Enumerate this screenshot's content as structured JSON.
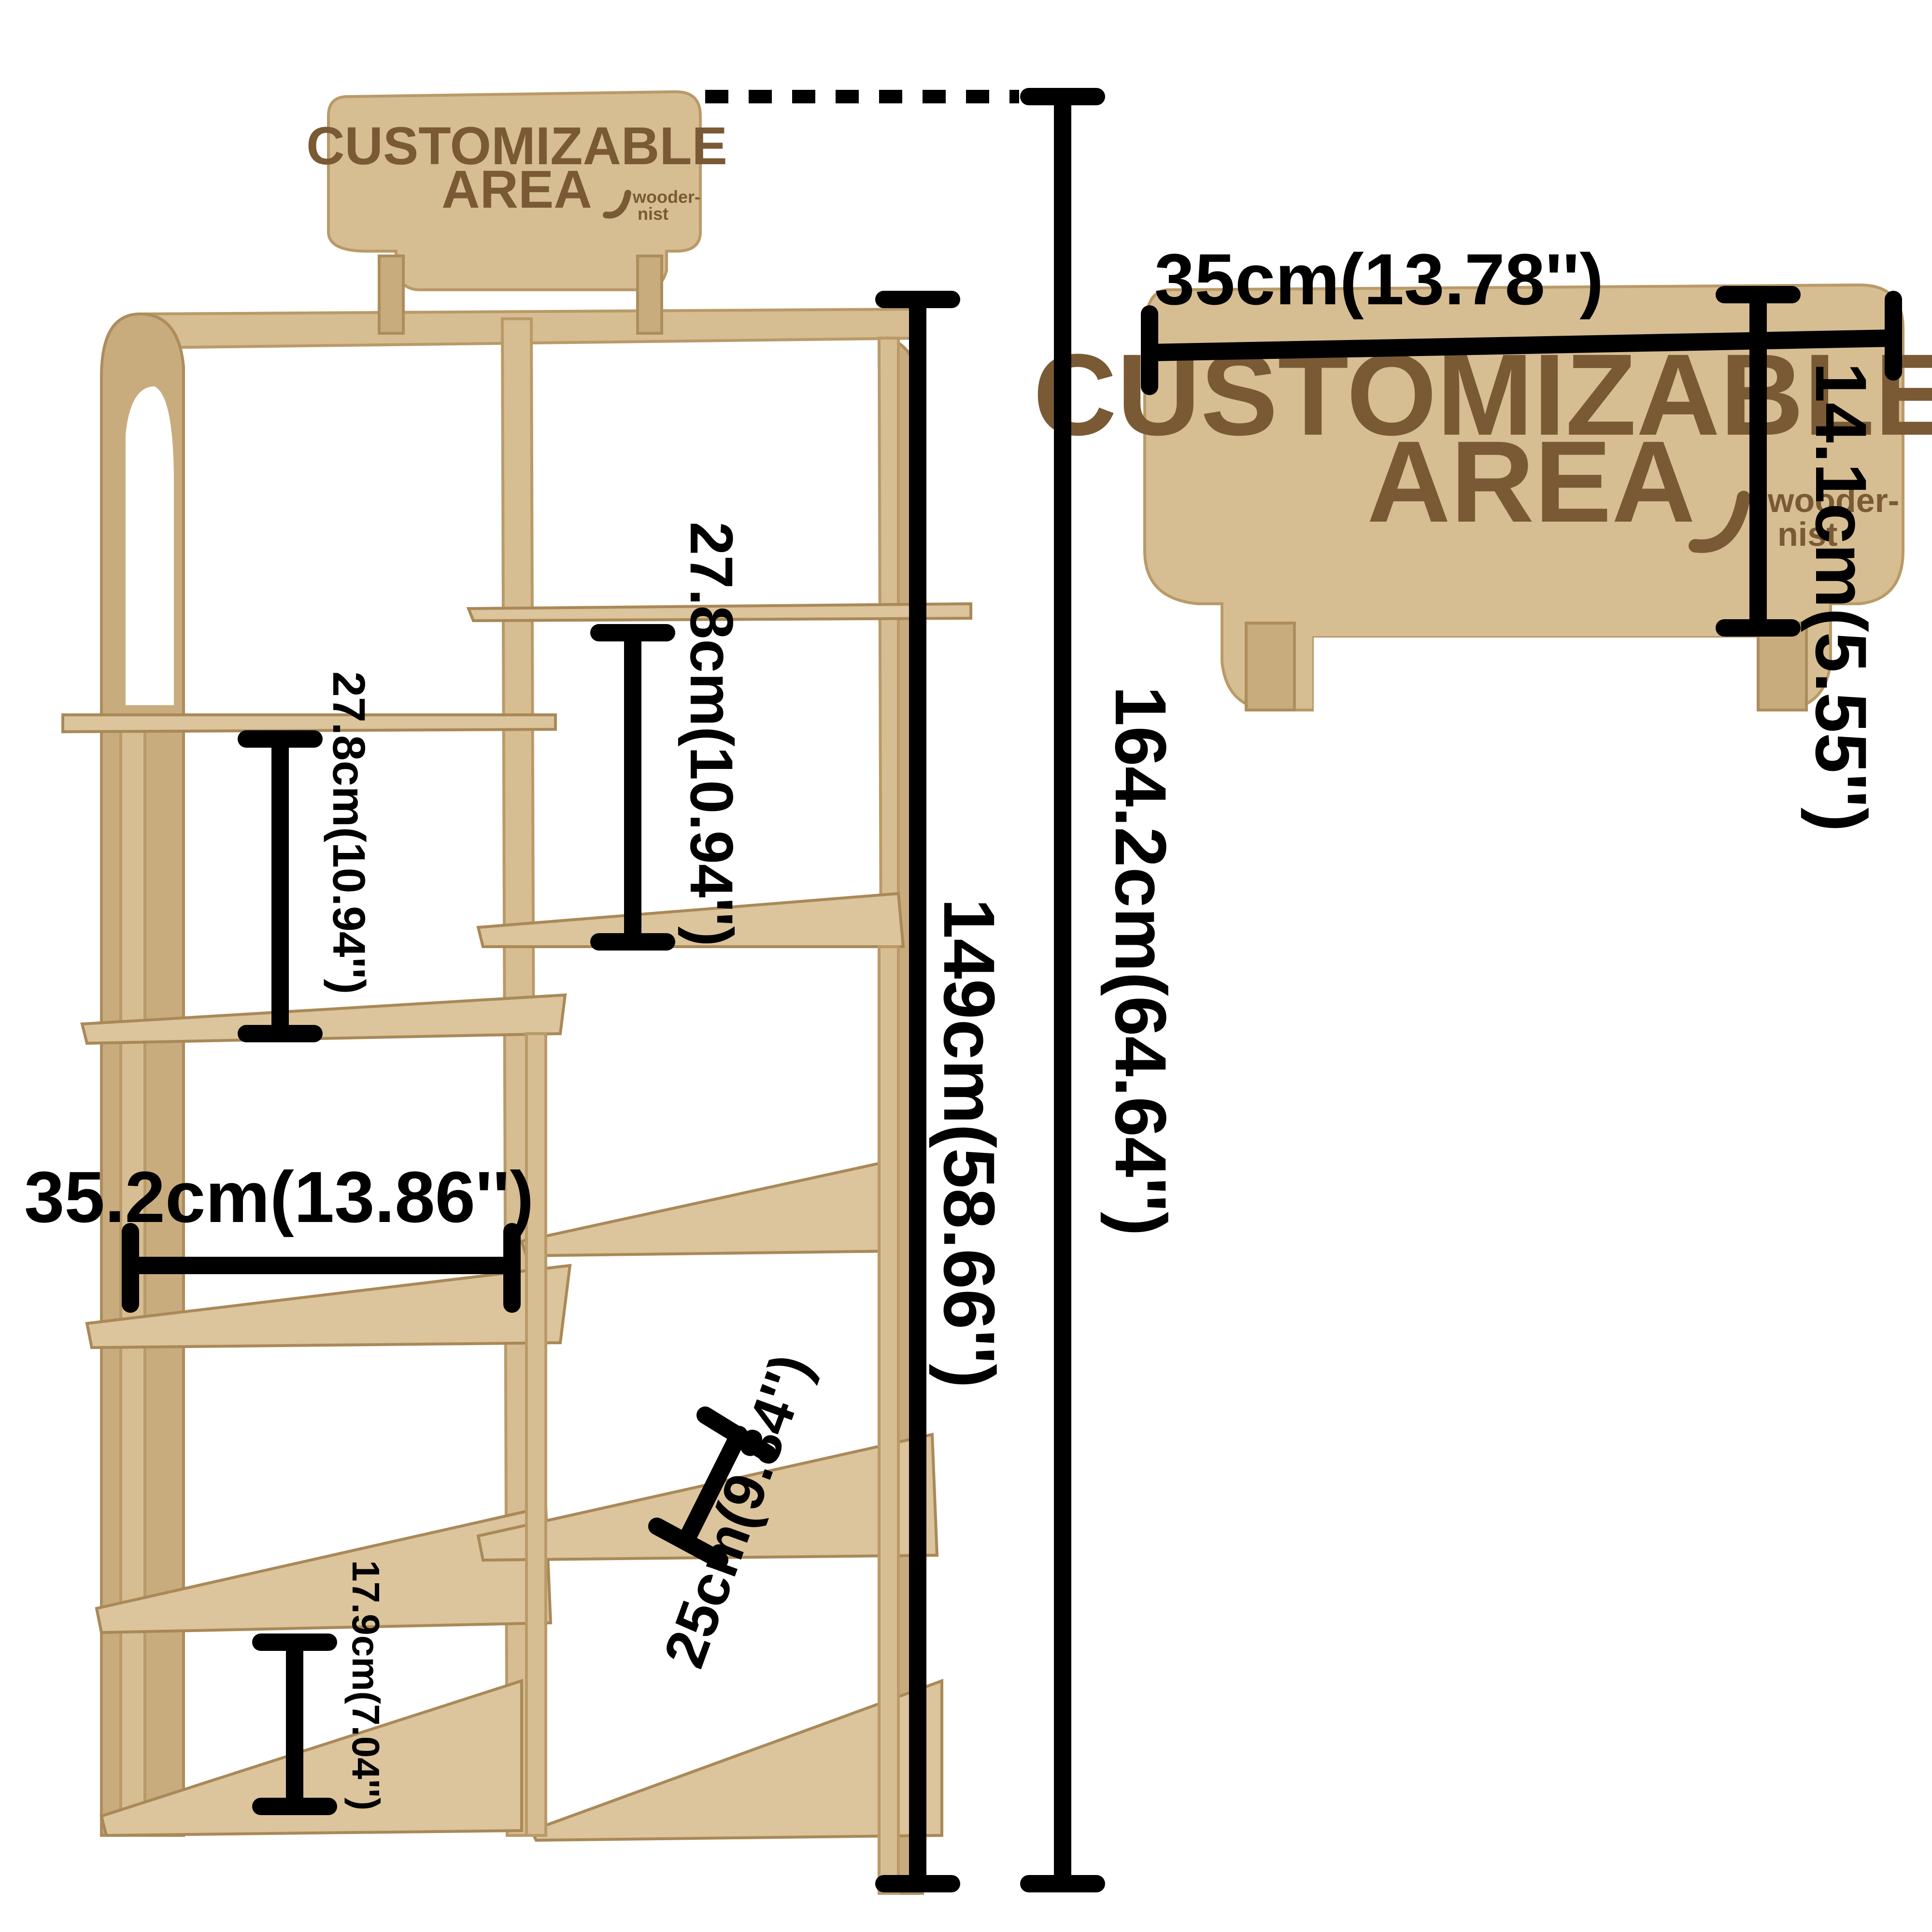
{
  "sign": {
    "line1": "CUSTOMIZABLE",
    "line2": "AREA",
    "brand_line1": "wooder-",
    "brand_line2": "nist"
  },
  "dimensions": {
    "total_height": "164.2cm(64.64'')",
    "shelf_height": "149cm(58.66'')",
    "sign_width": "35cm(13.78'')",
    "sign_height": "14.1cm(5.55'')",
    "shelf_width": "35.2cm(13.86'')",
    "gap_left_upper": "27.8cm(10.94'')",
    "gap_right_upper": "27.8cm(10.94'')",
    "gap_right_lower": "25cm(9.84'')",
    "gap_left_bottom": "17.9cm(7.04'')"
  },
  "colors": {
    "wood": "#d7bd92",
    "engraving": "#7a5a34",
    "dimension": "#000000"
  }
}
